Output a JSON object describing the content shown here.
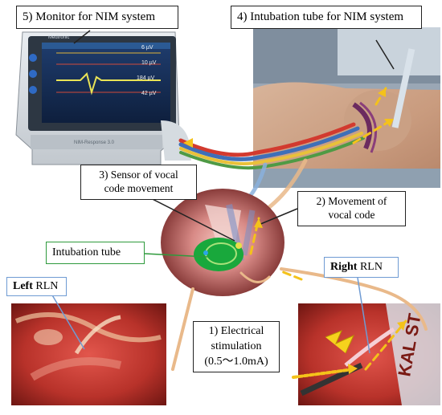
{
  "labels": {
    "monitor": "5) Monitor for NIM system",
    "intubation_nim": "4) Intubation tube for NIM system",
    "sensor_line1": "3) Sensor of vocal",
    "sensor_line2": "code movement",
    "movement_line1": "2) Movement of",
    "movement_line2": "vocal code",
    "intubation_tube": "Intubation tube",
    "left_bold": "Left",
    "left_rest": " RLN",
    "right_bold": "Right",
    "right_rest": " RLN",
    "stim_line1": "1) Electrical",
    "stim_line2": "stimulation",
    "stim_line3": "(0.5〜1.0mA)"
  },
  "monitor_screen": {
    "brand": "Medtronic",
    "model": "NIM-Response 3.0",
    "readouts": [
      "6 µV",
      "10 µV",
      "184 µV",
      "42 µV"
    ]
  },
  "tube_text": "KAL ST",
  "colors": {
    "cable_red": "#d23a2f",
    "cable_blue": "#3f6fb8",
    "cable_yellow": "#e9c13a",
    "cable_green": "#4f9a45",
    "cable_peach": "#e9b98a",
    "cable_lightblue": "#8ab0dd",
    "arrow_yellow": "#f4c21a",
    "sensor_green": "#19a83c",
    "label_blue_border": "#6f9bd3",
    "label_green_border": "#2e9a3c"
  }
}
